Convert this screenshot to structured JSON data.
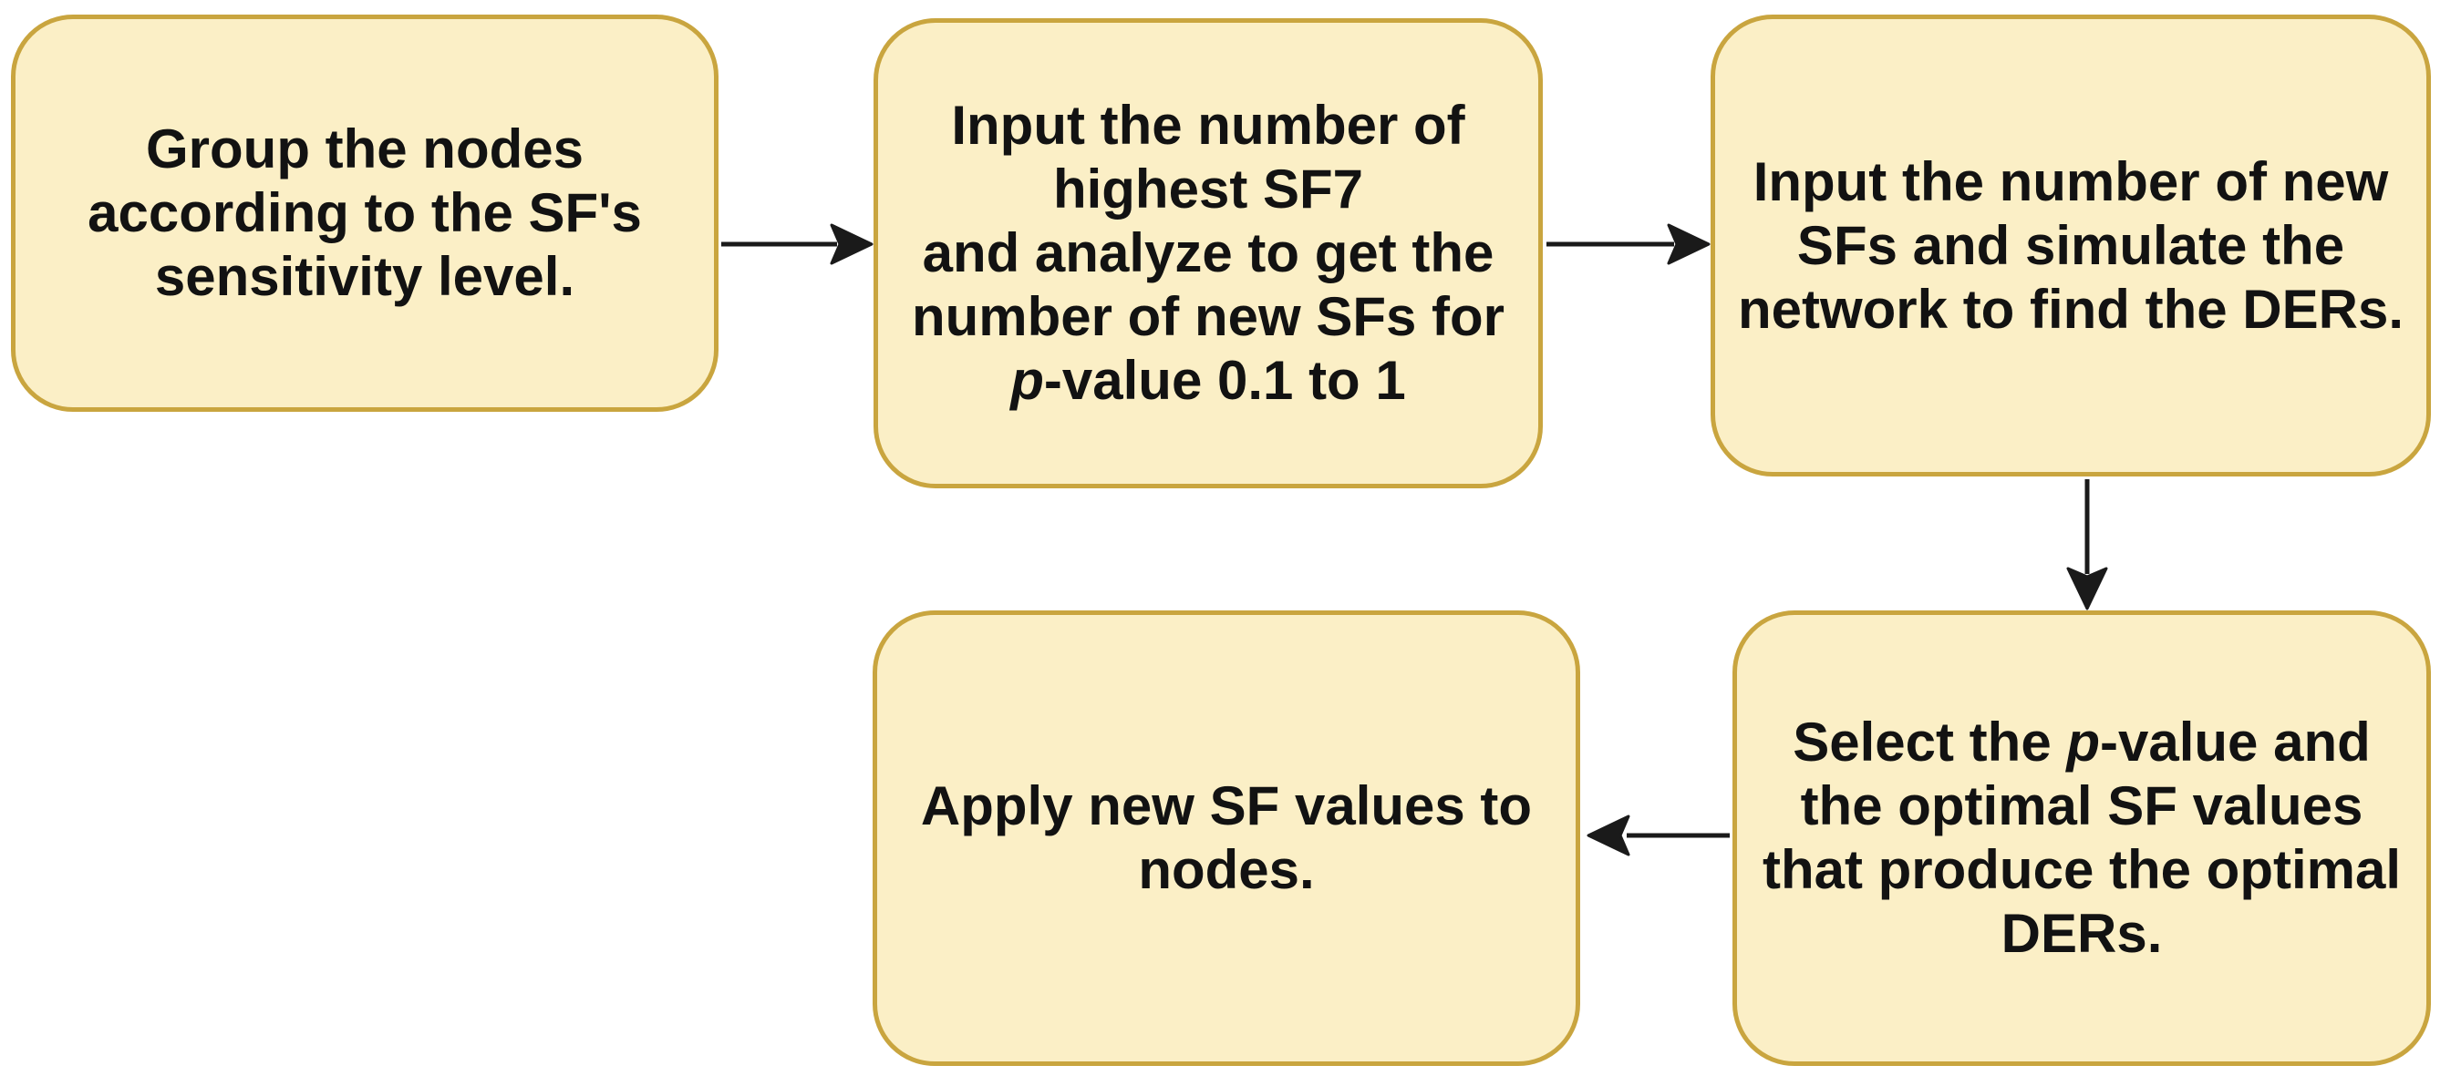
{
  "diagram": {
    "type": "flowchart",
    "colors": {
      "background": "#ffffff",
      "node_fill": "#fbefc6",
      "node_border": "#c9a53f",
      "text": "#121212",
      "arrow": "#1a1a1a"
    },
    "nodes": [
      {
        "id": "step-1",
        "lines": [
          [
            {
              "t": "Group the nodes"
            }
          ],
          [
            {
              "t": "according to the SF's"
            }
          ],
          [
            {
              "t": "sensitivity level."
            }
          ]
        ]
      },
      {
        "id": "step-2",
        "lines": [
          [
            {
              "t": "Input the number of"
            }
          ],
          [
            {
              "t": "highest SF7"
            }
          ],
          [
            {
              "t": "and analyze to get the"
            }
          ],
          [
            {
              "t": "number of new SFs for"
            }
          ],
          [
            {
              "t": "p",
              "italic": true
            },
            {
              "t": "-value 0.1 to 1"
            }
          ]
        ]
      },
      {
        "id": "step-3",
        "lines": [
          [
            {
              "t": "Input the number of new"
            }
          ],
          [
            {
              "t": "SFs and simulate the"
            }
          ],
          [
            {
              "t": "network to find the DERs."
            }
          ]
        ]
      },
      {
        "id": "step-4",
        "lines": [
          [
            {
              "t": "Select the "
            },
            {
              "t": "p",
              "italic": true
            },
            {
              "t": "-value and"
            }
          ],
          [
            {
              "t": "the optimal SF values"
            }
          ],
          [
            {
              "t": "that produce the optimal"
            }
          ],
          [
            {
              "t": "DERs."
            }
          ]
        ]
      },
      {
        "id": "step-5",
        "lines": [
          [
            {
              "t": "Apply new SF values to"
            }
          ],
          [
            {
              "t": "nodes."
            }
          ]
        ]
      }
    ],
    "arrows": [
      {
        "from": "step-1",
        "to": "step-2",
        "direction": "right"
      },
      {
        "from": "step-2",
        "to": "step-3",
        "direction": "right"
      },
      {
        "from": "step-3",
        "to": "step-4",
        "direction": "down"
      },
      {
        "from": "step-4",
        "to": "step-5",
        "direction": "left"
      }
    ]
  }
}
